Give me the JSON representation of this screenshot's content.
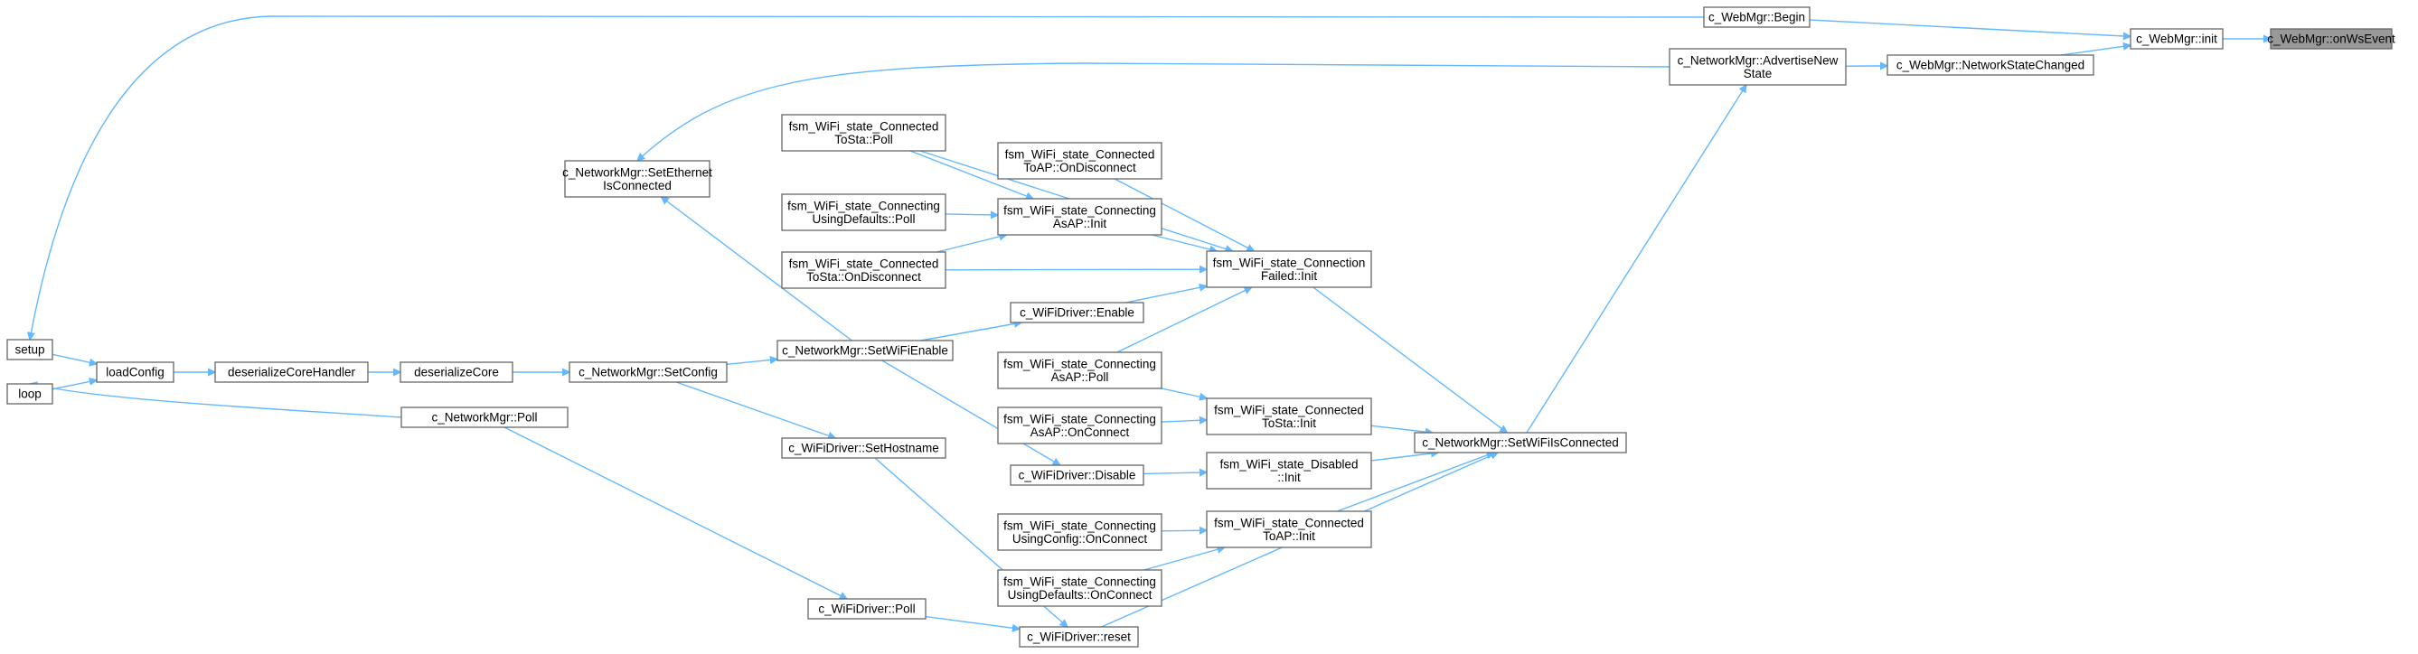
{
  "nodes": {
    "onWsEvent": {
      "lines": [
        "c_WebMgr::onWsEvent"
      ],
      "root": true
    },
    "init": {
      "lines": [
        "c_WebMgr::init"
      ]
    },
    "begin": {
      "lines": [
        "c_WebMgr::Begin"
      ]
    },
    "networkStateChanged": {
      "lines": [
        "c_WebMgr::NetworkStateChanged"
      ]
    },
    "advertiseNewState": {
      "lines": [
        "c_NetworkMgr::AdvertiseNew",
        "State"
      ]
    },
    "setWiFiIsConnected": {
      "lines": [
        "c_NetworkMgr::SetWiFiIsConnected"
      ]
    },
    "setup": {
      "lines": [
        "setup"
      ]
    },
    "setEthernetIsConnected": {
      "lines": [
        "c_NetworkMgr::SetEthernet",
        "IsConnected"
      ]
    },
    "connectionFailedInit": {
      "lines": [
        "fsm_WiFi_state_Connection",
        "Failed::Init"
      ]
    },
    "connectedToStaInit": {
      "lines": [
        "fsm_WiFi_state_Connected",
        "ToSta::Init"
      ]
    },
    "disabledInit": {
      "lines": [
        "fsm_WiFi_state_Disabled",
        "::Init"
      ]
    },
    "connectedToAPInit": {
      "lines": [
        "fsm_WiFi_state_Connected",
        "ToAP::Init"
      ]
    },
    "wifiDriverReset": {
      "lines": [
        "c_WiFiDriver::reset"
      ]
    },
    "connectedToStaPoll": {
      "lines": [
        "fsm_WiFi_state_Connected",
        "ToSta::Poll"
      ]
    },
    "connectedToAPOnDisconnect": {
      "lines": [
        "fsm_WiFi_state_Connected",
        "ToAP::OnDisconnect"
      ]
    },
    "connectingAsAPInit": {
      "lines": [
        "fsm_WiFi_state_Connecting",
        "AsAP::Init"
      ]
    },
    "connectedToStaOnDisconnect": {
      "lines": [
        "fsm_WiFi_state_Connected",
        "ToSta::OnDisconnect"
      ]
    },
    "wifiDriverEnable": {
      "lines": [
        "c_WiFiDriver::Enable"
      ]
    },
    "connectingAsAPPoll": {
      "lines": [
        "fsm_WiFi_state_Connecting",
        "AsAP::Poll"
      ]
    },
    "connectingAsAPOnConnect": {
      "lines": [
        "fsm_WiFi_state_Connecting",
        "AsAP::OnConnect"
      ]
    },
    "wifiDriverDisable": {
      "lines": [
        "c_WiFiDriver::Disable"
      ]
    },
    "connectingUsingConfigOnConnect": {
      "lines": [
        "fsm_WiFi_state_Connecting",
        "UsingConfig::OnConnect"
      ]
    },
    "connectingUsingDefaultsOnConnect": {
      "lines": [
        "fsm_WiFi_state_Connecting",
        "UsingDefaults::OnConnect"
      ]
    },
    "wifiDriverPoll": {
      "lines": [
        "c_WiFiDriver::Poll"
      ]
    },
    "connectingUsingDefaultsPoll": {
      "lines": [
        "fsm_WiFi_state_Connecting",
        "UsingDefaults::Poll"
      ]
    },
    "setWiFiEnable": {
      "lines": [
        "c_NetworkMgr::SetWiFiEnable"
      ]
    },
    "setHostname": {
      "lines": [
        "c_WiFiDriver::SetHostname"
      ]
    },
    "networkMgrPoll": {
      "lines": [
        "c_NetworkMgr::Poll"
      ]
    },
    "setConfig": {
      "lines": [
        "c_NetworkMgr::SetConfig"
      ]
    },
    "deserializeCore": {
      "lines": [
        "deserializeCore"
      ]
    },
    "deserializeCoreHandler": {
      "lines": [
        "deserializeCoreHandler"
      ]
    },
    "loadConfig": {
      "lines": [
        "loadConfig"
      ]
    },
    "loop": {
      "lines": [
        "loop"
      ]
    }
  },
  "edges": [
    {
      "caller": "init",
      "callee": "onWsEvent"
    },
    {
      "caller": "begin",
      "callee": "init"
    },
    {
      "caller": "networkStateChanged",
      "callee": "init"
    },
    {
      "caller": "advertiseNewState",
      "callee": "networkStateChanged"
    },
    {
      "caller": "setWiFiIsConnected",
      "callee": "advertiseNewState"
    },
    {
      "caller": "setEthernetIsConnected",
      "callee": "advertiseNewState"
    },
    {
      "caller": "setup",
      "callee": "begin"
    },
    {
      "caller": "connectionFailedInit",
      "callee": "setWiFiIsConnected"
    },
    {
      "caller": "connectedToStaInit",
      "callee": "setWiFiIsConnected"
    },
    {
      "caller": "disabledInit",
      "callee": "setWiFiIsConnected"
    },
    {
      "caller": "connectedToAPInit",
      "callee": "setWiFiIsConnected"
    },
    {
      "caller": "wifiDriverReset",
      "callee": "setWiFiIsConnected"
    },
    {
      "caller": "setWiFiEnable",
      "callee": "setEthernetIsConnected"
    },
    {
      "caller": "connectedToStaPoll",
      "callee": "connectionFailedInit"
    },
    {
      "caller": "connectedToAPOnDisconnect",
      "callee": "connectionFailedInit"
    },
    {
      "caller": "connectingAsAPInit",
      "callee": "connectionFailedInit"
    },
    {
      "caller": "connectedToStaOnDisconnect",
      "callee": "connectionFailedInit"
    },
    {
      "caller": "wifiDriverEnable",
      "callee": "connectionFailedInit"
    },
    {
      "caller": "connectingAsAPPoll",
      "callee": "connectionFailedInit"
    },
    {
      "caller": "connectingAsAPPoll",
      "callee": "connectedToStaInit"
    },
    {
      "caller": "connectingAsAPOnConnect",
      "callee": "connectedToStaInit"
    },
    {
      "caller": "wifiDriverDisable",
      "callee": "disabledInit"
    },
    {
      "caller": "connectingUsingConfigOnConnect",
      "callee": "connectedToAPInit"
    },
    {
      "caller": "connectingUsingDefaultsOnConnect",
      "callee": "connectedToAPInit"
    },
    {
      "caller": "wifiDriverPoll",
      "callee": "wifiDriverReset"
    },
    {
      "caller": "setHostname",
      "callee": "wifiDriverReset"
    },
    {
      "caller": "connectedToStaPoll",
      "callee": "connectingAsAPInit"
    },
    {
      "caller": "connectingUsingDefaultsPoll",
      "callee": "connectingAsAPInit"
    },
    {
      "caller": "connectedToStaOnDisconnect",
      "callee": "connectingAsAPInit"
    },
    {
      "caller": "setWiFiEnable",
      "callee": "wifiDriverEnable"
    },
    {
      "caller": "setWiFiEnable",
      "callee": "wifiDriverDisable"
    },
    {
      "caller": "networkMgrPoll",
      "callee": "wifiDriverPoll"
    },
    {
      "caller": "setConfig",
      "callee": "setWiFiEnable"
    },
    {
      "caller": "setConfig",
      "callee": "setHostname"
    },
    {
      "caller": "deserializeCore",
      "callee": "setConfig"
    },
    {
      "caller": "deserializeCoreHandler",
      "callee": "deserializeCore"
    },
    {
      "caller": "loadConfig",
      "callee": "deserializeCoreHandler"
    },
    {
      "caller": "setup",
      "callee": "loadConfig"
    },
    {
      "caller": "loop",
      "callee": "loadConfig"
    },
    {
      "caller": "loop",
      "callee": "networkMgrPoll"
    }
  ],
  "colors": {
    "edge": "#63b8ff",
    "node_border": "#666666",
    "node_fill": "#ffffff",
    "root_fill": "#999999"
  }
}
